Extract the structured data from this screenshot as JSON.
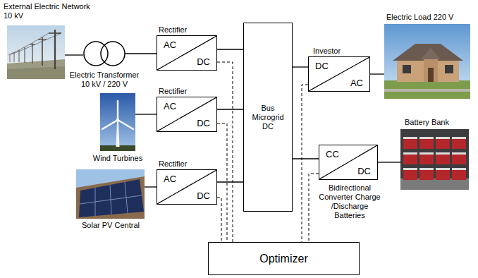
{
  "diagram": {
    "nodes": [
      {
        "text": [
          "External Electric Network 10 kV"
        ]
      },
      {
        "text": [
          "Electric Transformer 10 kV / 220 V"
        ]
      },
      {
        "text": [
          "Rectifier",
          "AC",
          "DC"
        ]
      },
      {
        "text": [
          "Bus Microgrid DC"
        ]
      },
      {
        "text": [
          "Investor",
          "DC",
          "AC"
        ]
      },
      {
        "text": [
          "Electric Load 220 V"
        ]
      },
      {
        "text": [
          "Wind Turbines"
        ]
      },
      {
        "text": [
          "Rectifier",
          "AC",
          "DC"
        ]
      },
      {
        "text": [
          "Battery Bank"
        ]
      },
      {
        "text": [
          "CC",
          "DC",
          "Bidirectional Converter Charge /Discharge Batteries"
        ]
      },
      {
        "text": [
          "Solar PV Central"
        ]
      },
      {
        "text": [
          "Rectifier",
          "AC",
          "DC"
        ]
      },
      {
        "text": [
          "Optimizer"
        ]
      }
    ],
    "edges": [
      {
        "from": 0,
        "to": 1,
        "arrow": "none"
      },
      {
        "from": 1,
        "to": 2,
        "arrow": "none"
      },
      {
        "from": 2,
        "to": 3,
        "arrow": "none"
      },
      {
        "from": 6,
        "to": 7,
        "arrow": "none"
      },
      {
        "from": 7,
        "to": 3,
        "arrow": "none"
      },
      {
        "from": 10,
        "to": 11,
        "arrow": "none"
      },
      {
        "from": 11,
        "to": 3,
        "arrow": "none"
      },
      {
        "from": 3,
        "to": 4,
        "arrow": "none"
      },
      {
        "from": 4,
        "to": 5,
        "arrow": "none"
      },
      {
        "from": 3,
        "to": 9,
        "arrow": "none"
      },
      {
        "from": 9,
        "to": 8,
        "arrow": "none"
      },
      {
        "from": 2,
        "to": 12,
        "arrow": "none"
      },
      {
        "from": 7,
        "to": 12,
        "arrow": "none"
      },
      {
        "from": 11,
        "to": 12,
        "arrow": "none"
      },
      {
        "from": 4,
        "to": 12,
        "arrow": "none"
      },
      {
        "from": 9,
        "to": 12,
        "arrow": "none"
      }
    ]
  }
}
